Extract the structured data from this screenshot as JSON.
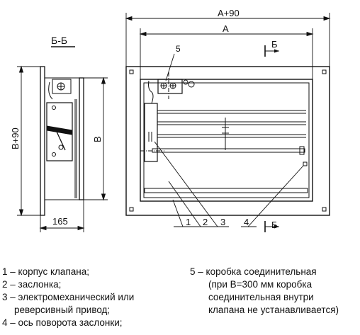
{
  "dimensions": {
    "width_total": "A+90",
    "width_inner": "A",
    "height_total": "B+90",
    "height_inner": "B",
    "depth": "165"
  },
  "section_view": {
    "title": "Б-Б",
    "cut_mark": "Б"
  },
  "callouts": {
    "n1": "1",
    "n2": "2",
    "n3": "3",
    "n4": "4",
    "n5": "5"
  },
  "legend": {
    "item1": "1 – корпус клапана;",
    "item2": "2 – заслонка;",
    "item3_line1": "3 – электромеханический или",
    "item3_line2": "реверсивный привод;",
    "item4": "4 – ось поворота заслонки;",
    "item5_line1": "5 – коробка соединительная",
    "item5_line2": "(при В=300 мм коробка",
    "item5_line3": "соединительная внутри",
    "item5_line4": "клапана не устанавливается)"
  }
}
